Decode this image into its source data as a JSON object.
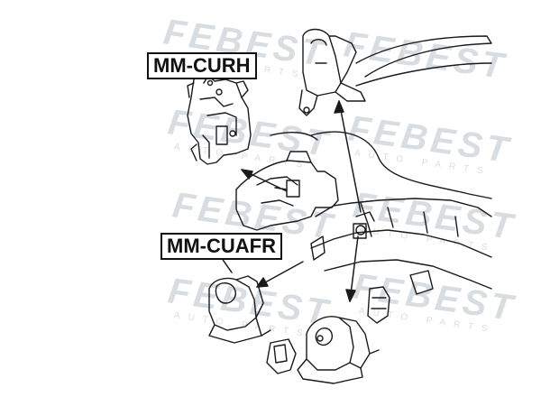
{
  "diagram": {
    "part_labels": [
      {
        "id": "curh",
        "text": "MM-CURH"
      },
      {
        "id": "cuafr",
        "text": "MM-CUAFR"
      }
    ],
    "watermark": {
      "brand": "FEBEST",
      "tagline": "AUTO PARTS",
      "color": "#d8dde2"
    },
    "line_color": "#1a1a1a",
    "background": "#ffffff"
  }
}
